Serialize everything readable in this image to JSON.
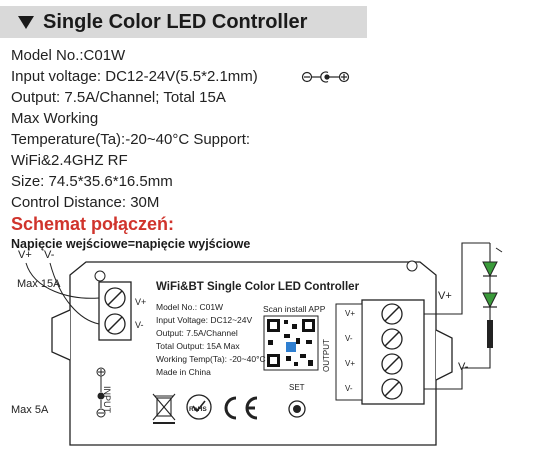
{
  "header": {
    "title": "Single Color LED Controller"
  },
  "specs": [
    "Model No.:C01W",
    "Input voltage: DC12-24V(5.5*2.1mm)",
    "Output: 7.5A/Channel; Total 15A",
    "Max Working",
    "Temperature(Ta):-20~40°C Support:",
    "WiFi&2.4GHZ RF",
    "Size: 74.5*35.6*16.5mm",
    "Control Distance: 30M"
  ],
  "wiring": {
    "heading": "Schemat połączeń:",
    "note": "Napięcie wejściowe=napięcie wyjściowe",
    "input_pos": "V+",
    "input_neg": "V-",
    "max_input": "Max 15A",
    "max_low": "Max 5A",
    "input_port": "INPUT",
    "output_pos": "V+",
    "output_neg": "V-"
  },
  "device": {
    "title": "WiFi&BT Single Color LED Controller",
    "label_lines": [
      "Model No.: C01W",
      "Input Voltage: DC12~24V",
      "Output: 7.5A/Channel",
      "Total Output: 15A Max",
      "Working Temp(Ta): -20~40°C",
      "Made in China"
    ],
    "scan_text": "Scan install APP",
    "set_label": "SET",
    "output_label": "OUTPUT",
    "terminal_in": [
      "V+",
      "V-"
    ],
    "terminal_out": [
      "V+",
      "V-",
      "V+",
      "V-"
    ],
    "cert_marks": [
      "RoHS",
      "CE"
    ]
  },
  "colors": {
    "heading_red": "#d0342c",
    "header_bg": "#d9d9d9",
    "led_fill": "#3a9a3a"
  }
}
